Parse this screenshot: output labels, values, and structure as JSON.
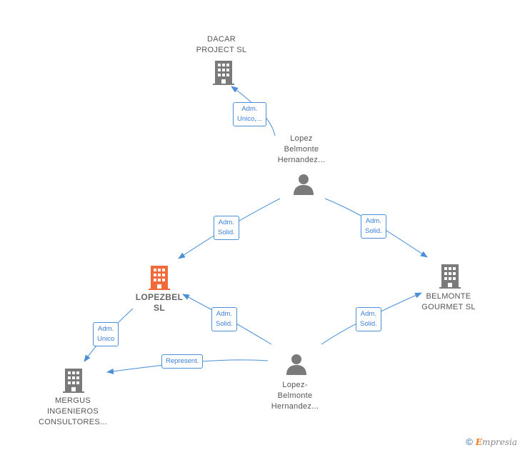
{
  "nodes": {
    "dacar": {
      "label": "DACAR\nPROJECT SL",
      "type": "company"
    },
    "lopez_top": {
      "label": "Lopez\nBelmonte\nHernandez...",
      "type": "person"
    },
    "lopezbel": {
      "label": "LOPEZBEL\nSL",
      "type": "company-main",
      "color": "#f26a3a"
    },
    "belmonte": {
      "label": "BELMONTE\nGOURMET  SL",
      "type": "company"
    },
    "mergus": {
      "label": "MERGUS\nINGENIEROS\nCONSULTORES...",
      "type": "company"
    },
    "lopez_bottom": {
      "label": "Lopez-\nBelmonte\nHernandez...",
      "type": "person"
    }
  },
  "edges": {
    "e1": {
      "label": "Adm.\nUnico,..."
    },
    "e2": {
      "label": "Adm.\nSolid."
    },
    "e3": {
      "label": "Adm.\nSolid."
    },
    "e4": {
      "label": "Adm.\nSolid."
    },
    "e5": {
      "label": "Adm.\nSolid."
    },
    "e6": {
      "label": "Adm.\nUnico"
    },
    "e7": {
      "label": "Represent."
    }
  },
  "colors": {
    "edge": "#4a8fd8",
    "icon_gray": "#7a7a7a",
    "icon_main": "#f26a3a"
  },
  "footer": {
    "copyright": "©",
    "brand_first": "E",
    "brand_rest": "mpresia"
  }
}
